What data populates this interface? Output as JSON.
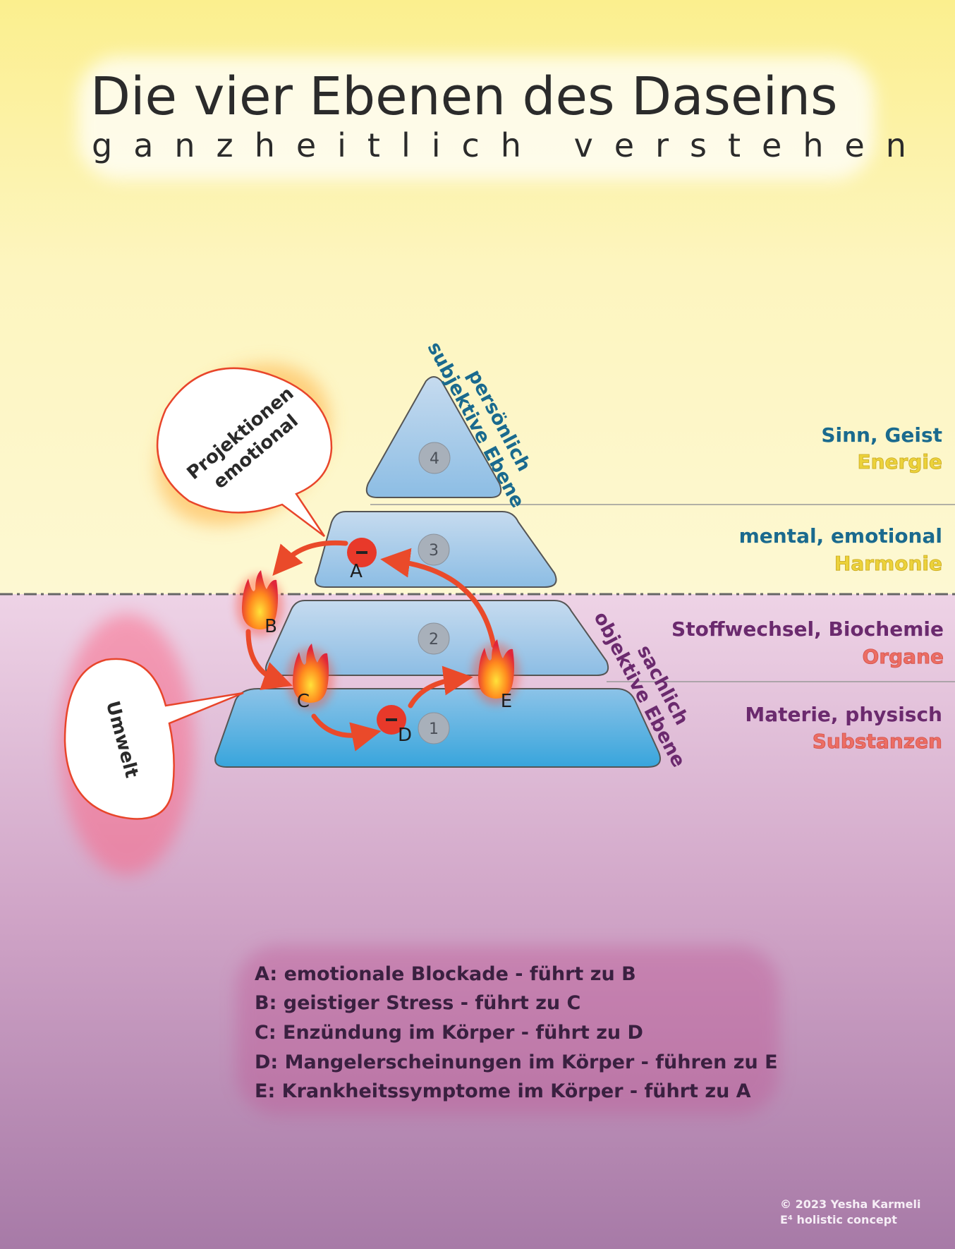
{
  "header": {
    "title": "Die vier Ebenen des Daseins",
    "subtitle": "ganzheitlich verstehen"
  },
  "colors": {
    "top_bg": "#fdf6c9",
    "bottom_bg": "#a87aa8",
    "subjective_text": "#1a6a8e",
    "objective_text": "#6b2a6e",
    "energy_text": "#e6c72a",
    "organ_text": "#e8675e",
    "arrow": "#ea4a2a"
  },
  "pyramid": {
    "levels": [
      {
        "number": "4"
      },
      {
        "number": "3"
      },
      {
        "number": "2"
      },
      {
        "number": "1"
      }
    ],
    "subjective_label": {
      "line1": "persönlich",
      "line2": "subjektive Ebene"
    },
    "objective_label": {
      "line1": "sachlich",
      "line2": "objektive Ebene"
    }
  },
  "levels_right": [
    {
      "primary": "Sinn, Geist",
      "secondary": "Energie"
    },
    {
      "primary": "mental, emotional",
      "secondary": "Harmonie"
    },
    {
      "primary": "Stoffwechsel, Biochemie",
      "secondary": "Organe"
    },
    {
      "primary": "Materie, physisch",
      "secondary": "Substanzen"
    }
  ],
  "bubbles": {
    "projections": {
      "line1": "Projektionen",
      "line2": "emotional"
    },
    "environment": "Umwelt"
  },
  "markers": {
    "a": "A",
    "b": "B",
    "c": "C",
    "d": "D",
    "e": "E"
  },
  "legend": [
    "A: emotionale Blockade - führt zu B",
    "B: geistiger Stress - führt zu C",
    "C: Enzündung im Körper - führt zu D",
    "D: Mangelerscheinungen im Körper - führen zu E",
    "E: Krankheitssymptome im Körper - führt zu A"
  ],
  "footer": {
    "copyright": "© 2023 Yesha Karmeli",
    "concept": "E⁴ holistic concept"
  }
}
